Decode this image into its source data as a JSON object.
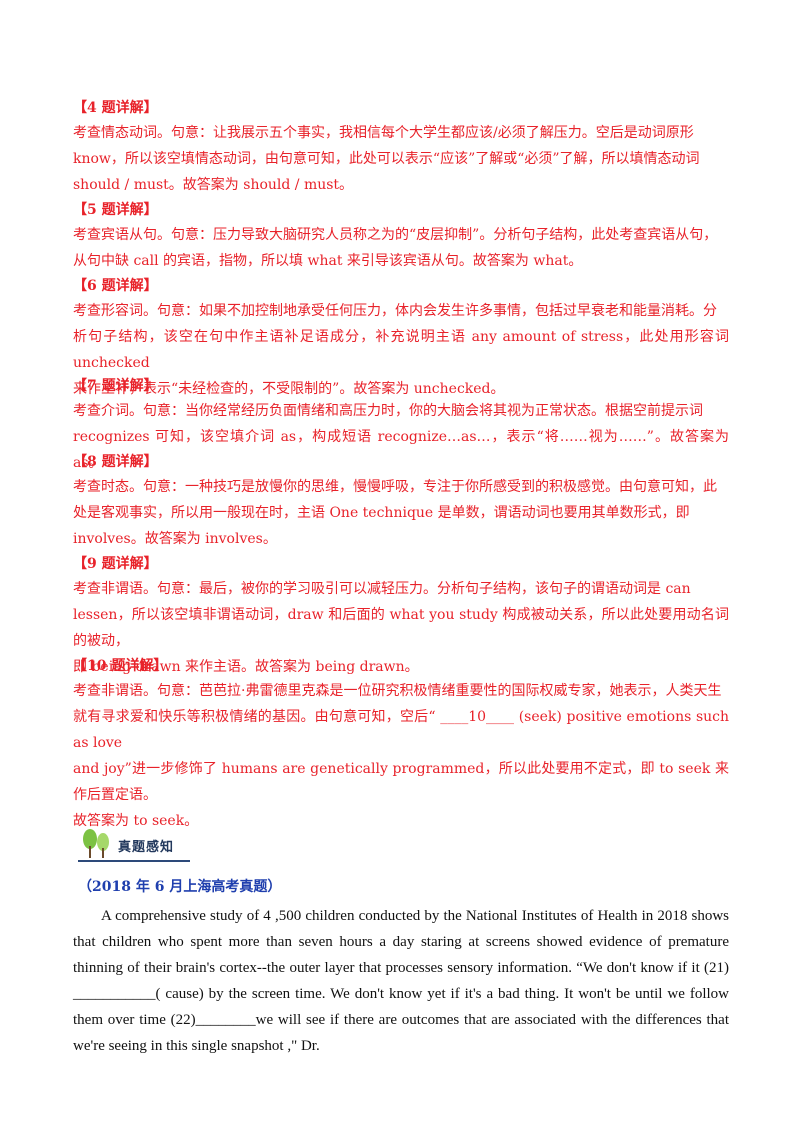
{
  "sections": [
    {
      "title": "【4 题详解】",
      "lines": [
        "考查情态动词。句意：让我展示五个事实，我相信每个大学生都应该/必须了解压力。空后是动词原形",
        "know，所以该空填情态动词，由句意可知，此处可以表示“应该”了解或“必须”了解，所以填情态动词",
        "should / must。故答案为 should / must。"
      ]
    },
    {
      "title": "【5 题详解】",
      "lines": [
        "考查宾语从句。句意：压力导致大脑研究人员称之为的“皮层抑制”。分析句子结构，此处考查宾语从句，",
        "从句中缺 call 的宾语，指物，所以填 what 来引导该宾语从句。故答案为 what。"
      ]
    },
    {
      "title": "【6 题详解】",
      "lines": [
        "考查形容词。句意：如果不加控制地承受任何压力，体内会发生许多事情，包括过早衰老和能量消耗。分",
        "析句子结构，该空在句中作主语补足语成分，补充说明主语 any amount of stress，此处用形容词 unchecked",
        "来作主补，表示“未经检查的，不受限制的”。故答案为 unchecked。"
      ]
    },
    {
      "title": "【7 题详解】",
      "lines": [
        "考查介词。句意：当你经常经历负面情绪和高压力时，你的大脑会将其视为正常状态。根据空前提示词",
        "recognizes 可知，该空填介词 as，构成短语 recognize…as…，表示“将……视为……”。故答案为 as。"
      ]
    },
    {
      "title": "【8 题详解】",
      "lines": [
        "考查时态。句意：一种技巧是放慢你的思维，慢慢呼吸，专注于你所感受到的积极感觉。由句意可知，此",
        "处是客观事实，所以用一般现在时，主语 One technique 是单数，谓语动词也要用其单数形式，即",
        "involves。故答案为 involves。"
      ]
    },
    {
      "title": "【9 题详解】",
      "lines": [
        "考查非谓语。句意：最后，被你的学习吸引可以减轻压力。分析句子结构，该句子的谓语动词是 can",
        "lessen，所以该空填非谓语动词，draw 和后面的 what you study 构成被动关系，所以此处要用动名词的被动，",
        "即 being drawn 来作主语。故答案为 being drawn。"
      ]
    },
    {
      "title": "【10 题详解】",
      "lines": [
        "考查非谓语。句意：芭芭拉·弗雷德里克森是一位研究积极情绪重要性的国际权威专家，她表示，人类天生",
        "就有寻求爱和快乐等积极情绪的基因。由句意可知，空后“ ____10____ (seek) positive emotions such as love",
        "and joy”进一步修饰了 humans are genetically programmed，所以此处要用不定式，即 to seek 来作后置定语。",
        "故答案为 to seek。"
      ]
    }
  ],
  "banner": {
    "label": "真题感知",
    "icon": "tree-icon"
  },
  "source_title": "（2018 年 6 月上海高考真题）",
  "passage": "A comprehensive study of 4 ,500 children conducted by the National Institutes of Health in 2018 shows that children who spent more than seven hours a day staring at screens showed evidence of premature thinning of their brain's cortex--the outer layer that processes sensory information. “We don't know if it (21) ___________( cause) by the screen time. We don't know yet if it's a bad thing. It won't be until we follow them over time (22)________we will see if there are outcomes that are associated with the differences that we're seeing in this single snapshot ,\" Dr.",
  "colors": {
    "answer_red": "#e8222a",
    "title_blue": "#1f3fae",
    "banner_navy": "#23395d",
    "leaf_green": "#7cc243"
  }
}
